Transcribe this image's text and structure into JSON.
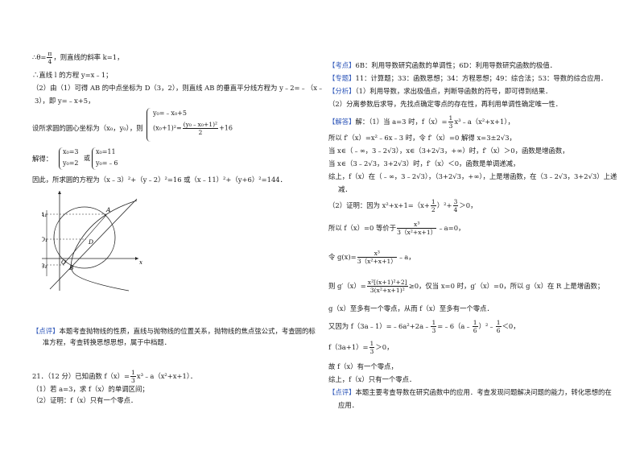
{
  "left": {
    "l1_prefix": "∴θ=",
    "l1_frac_num": "π",
    "l1_frac_den": "4",
    "l1_suffix": "，则直线的斜率 k=1，",
    "l2": "∴直线 l 的方程 y=x﹣1；",
    "l3": "（2）由（1）可得 AB 的中点坐标为 D（3，2），则直线 AB 的垂直平分线方程为 y﹣2=﹣（x﹣",
    "l4": "3），即 y=﹣x+5，",
    "l5": "设所求圆的圆心坐标为（x₀，y₀），则",
    "sys1_row1": "y₀=﹣x₀+5",
    "sys1_row2_left": "(x₀+1)²=",
    "sys1_row2_num": "(y₀﹣x₀+1)²",
    "sys1_row2_den": "2",
    "sys1_row2_right": "+16",
    "l6": "解得：",
    "sol1_a": "x₀=3",
    "sol1_b": "y₀=2",
    "sol_or": "或",
    "sol2_a": "x₀=11",
    "sol2_b": "y₀=﹣6",
    "l7": "因此，所求圆的方程为（x﹣3）²+（y﹣2）²=16 或（x﹣11）²+（y+6）²=144．",
    "fig": {
      "A": "A",
      "A1": "A₁",
      "D": "D",
      "D1": "D₁",
      "O": "O",
      "B": "B",
      "B1": "B₁",
      "x": "x",
      "y": "y"
    },
    "comment_tag": "【点评】",
    "comment1": "本题考查抛物线的性质，直线与抛物线的位置关系，抛物线的焦点弦公式，考查圆的标",
    "comment2": "准方程，考查转换思想思想，属于中档题．",
    "q21_a": "21．（12 分）已知函数 f（x）=",
    "q21_frac_num": "1",
    "q21_frac_den": "3",
    "q21_b": "x³﹣a（x²+x+1）．",
    "q21_1": "（1）若 a=3，求 f（x）的单调区间；",
    "q21_2": "（2）证明：f（x）只有一个零点．"
  },
  "right": {
    "kd_tag": "【考点】",
    "kd": "6B：利用导数研究函数的单调性；6D：利用导数研究函数的极值．",
    "zt_tag": "【专题】",
    "zt": "11：计算题；33：函数思想；34：方程思想；49：综合法；53：导数的综合应用．",
    "fx_tag": "【分析】",
    "fx1": "（1）利用导数，求出极值点，判断导函数的符号，即可得到结果．",
    "fx2": "（2）分离参数后求导，先找点确定零点的存在性，再利用单调性确定唯一性．",
    "jd_tag": "【解答】",
    "jd1_a": "解：（1）当 a=3 时，f（x）=",
    "jd1_num": "1",
    "jd1_den": "3",
    "jd1_b": "x³﹣a（x²+x+1），",
    "jd2": "所以 f′（x）=x²﹣6x﹣3 时，令 f′（x）=0 解得 x=3±2√3，",
    "jd3": "当 x∈（﹣∞，3﹣2√3），x∈（3+2√3，+∞）时，f′（x）＞0，函数是增函数，",
    "jd4": "当 x∈（3﹣2√3，3+2√3）时，f′（x）＜0，函数是单调递减，",
    "jd5": "综上，f（x）在（﹣∞，3﹣2√3），（3+2√3，+∞），上是增函数，在（3﹣2√3，3+2√3）上递",
    "jd6": "减．",
    "jd7_a": "（2）证明：因为 x²+x+1=（x+",
    "jd7_n1": "1",
    "jd7_d1": "2",
    "jd7_b": "）²+",
    "jd7_n2": "3",
    "jd7_d2": "4",
    "jd7_c": "＞0，",
    "jd8_a": "所以 f（x）=0 等价于",
    "jd8_num": "x³",
    "jd8_den": "3（x²+x+1）",
    "jd8_b": "﹣a=0，",
    "jd9_a": "令 g(x)=",
    "jd9_num": "x³",
    "jd9_den": "3（x²+x+1）",
    "jd9_b": "﹣a，",
    "jd10_a": "则 g′（x）=",
    "jd10_num": "x²[(x+1)²+2]",
    "jd10_den": "3(x²+x+1)²",
    "jd10_b": "≥0，仅当 x=0 时，g′（x）=0，所以 g（x）在 R 上是增函数；",
    "jd11": "g（x）至多有一个零点，从而 f（x）至多有一个零点．",
    "jd12_a": "又因为 f（3a﹣1）=﹣6a²+2a﹣",
    "jd12_n1": "1",
    "jd12_d1": "3",
    "jd12_b": "=﹣6（a﹣",
    "jd12_n2": "1",
    "jd12_d2": "6",
    "jd12_c": "）²﹣",
    "jd12_n3": "1",
    "jd12_d3": "6",
    "jd12_d": "＜0，",
    "jd13_a": "f（3a+1）=",
    "jd13_num": "1",
    "jd13_den": "3",
    "jd13_b": "＞0，",
    "jd14": "故 f（x）有一个零点，",
    "jd15": "综上，f（x）只有一个零点．",
    "dp_tag": "【点评】",
    "dp1": "本题主要考查导数在研究函数中的应用．考查发现问题解决问题的能力，转化思想的在",
    "dp2": "应用．"
  }
}
